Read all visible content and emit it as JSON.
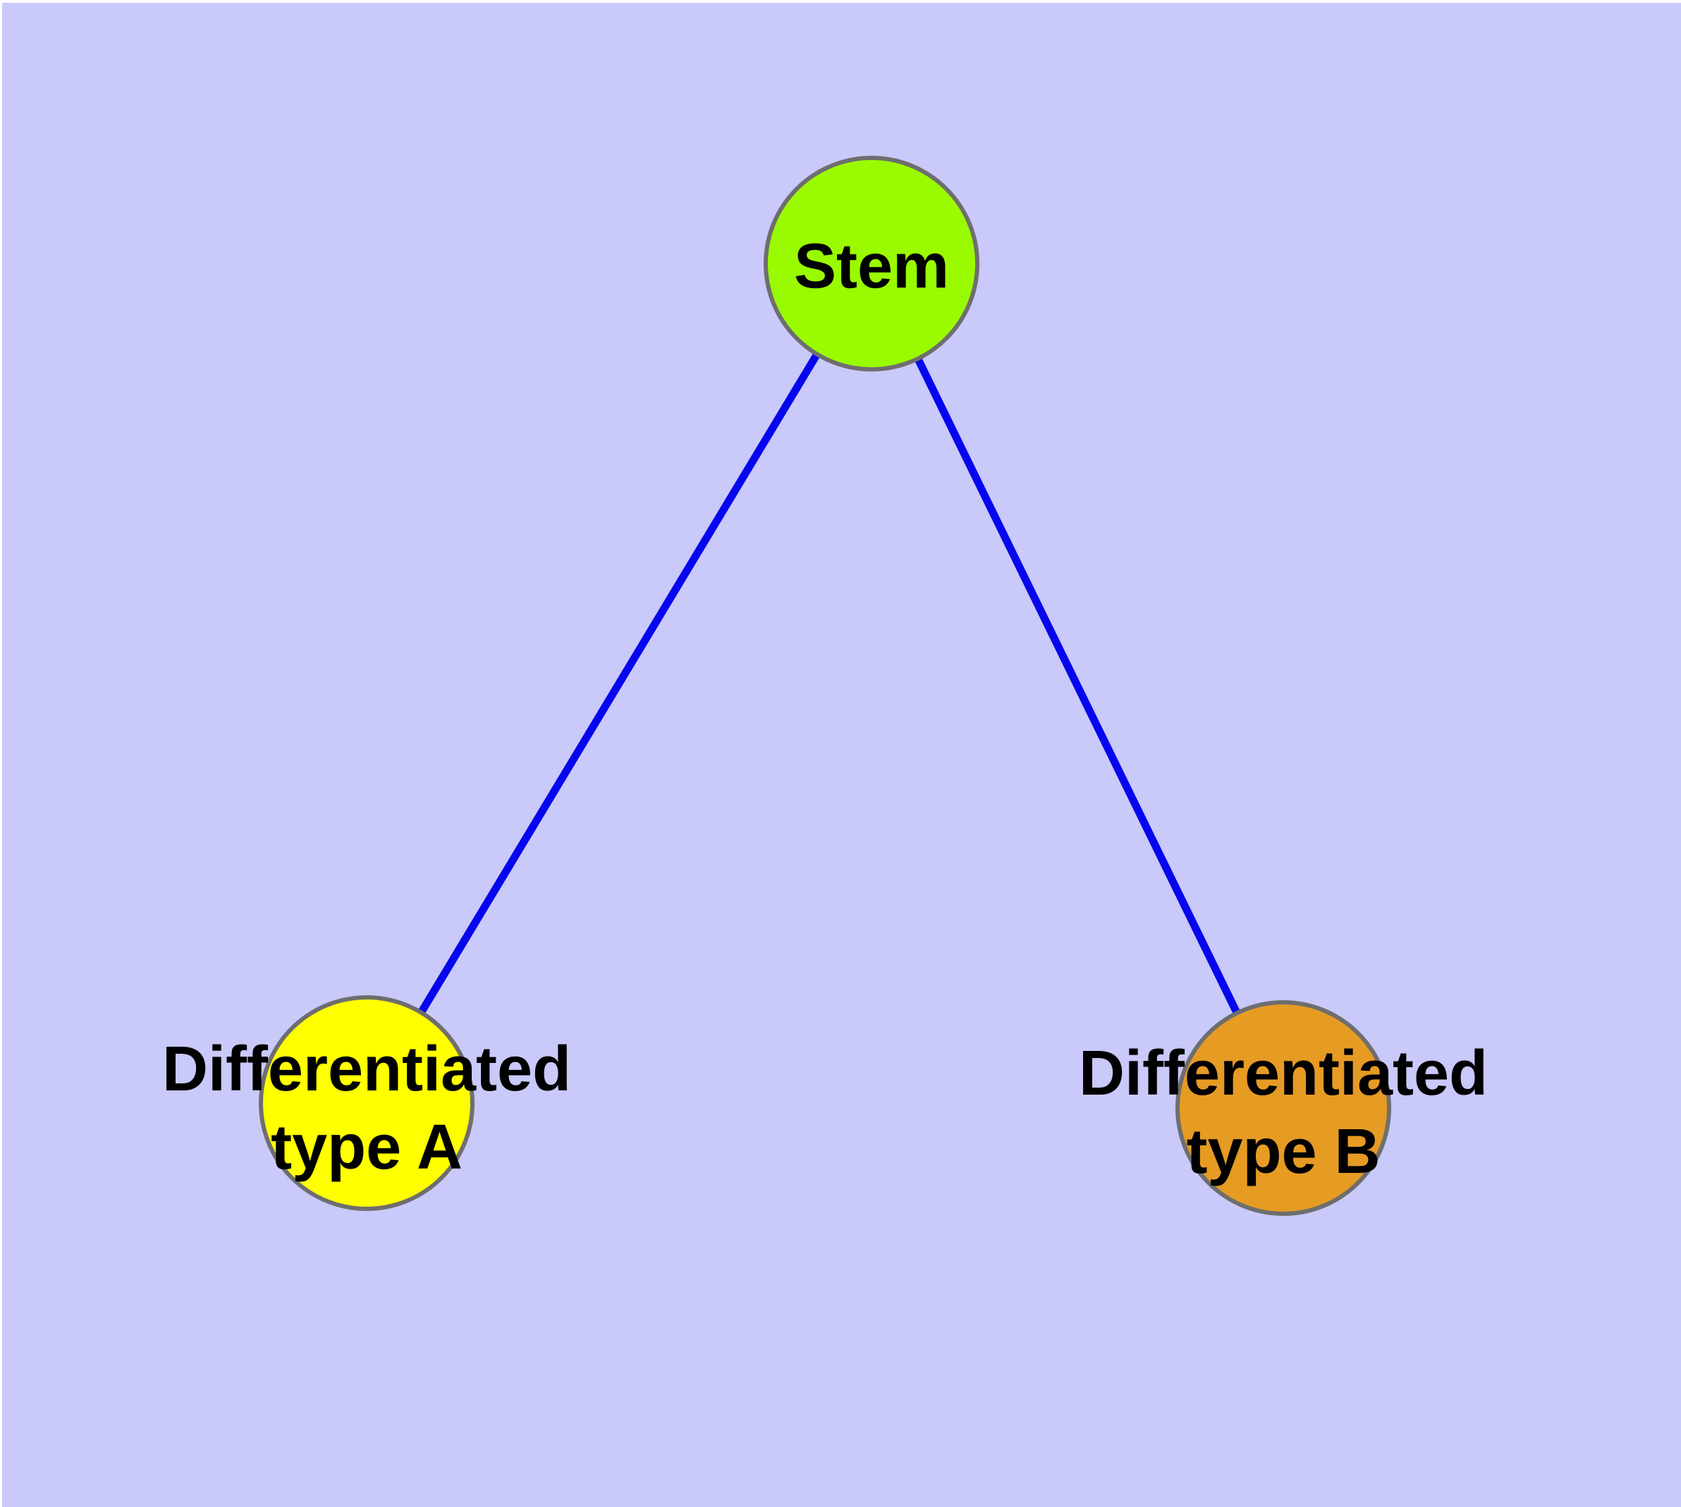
{
  "diagram": {
    "background_color": "#FFFFFF",
    "canvas_color": "#C9C9FA",
    "edge_color": "#0606EE",
    "node_border_color": "#6E6E6E",
    "label_color": "#000000",
    "nodes": {
      "stem": {
        "label": "Stem",
        "fill": "#9AFB00"
      },
      "type_a": {
        "label": "Differentiated type A",
        "line1": "Differentiated",
        "line2": "type A",
        "fill": "#FFFF00"
      },
      "type_b": {
        "label": "Differentiated type B",
        "line1": "Differentiated",
        "line2": "type B",
        "fill": "#E69B23"
      }
    },
    "edges": [
      {
        "from": "Stem",
        "to": "Differentiated type A"
      },
      {
        "from": "Stem",
        "to": "Differentiated type B"
      }
    ]
  }
}
